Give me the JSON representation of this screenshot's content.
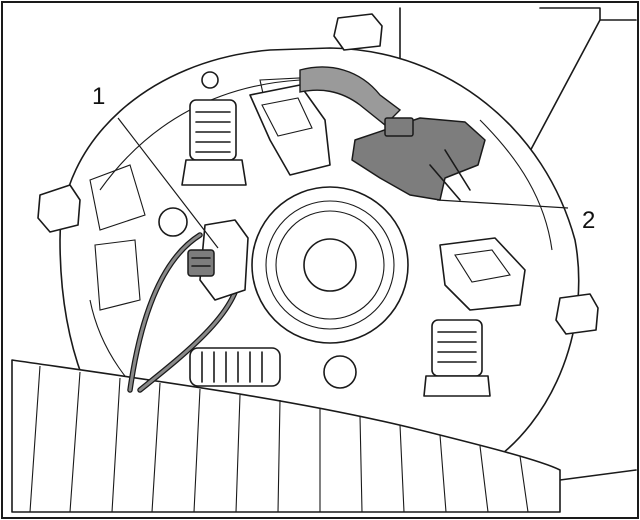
{
  "figure": {
    "callouts": [
      {
        "id": "1",
        "label": "1"
      },
      {
        "id": "2",
        "label": "2"
      }
    ],
    "colors": {
      "line": "#1a1a1a",
      "connector_fill": "#7d7d7d",
      "background": "#ffffff"
    }
  }
}
